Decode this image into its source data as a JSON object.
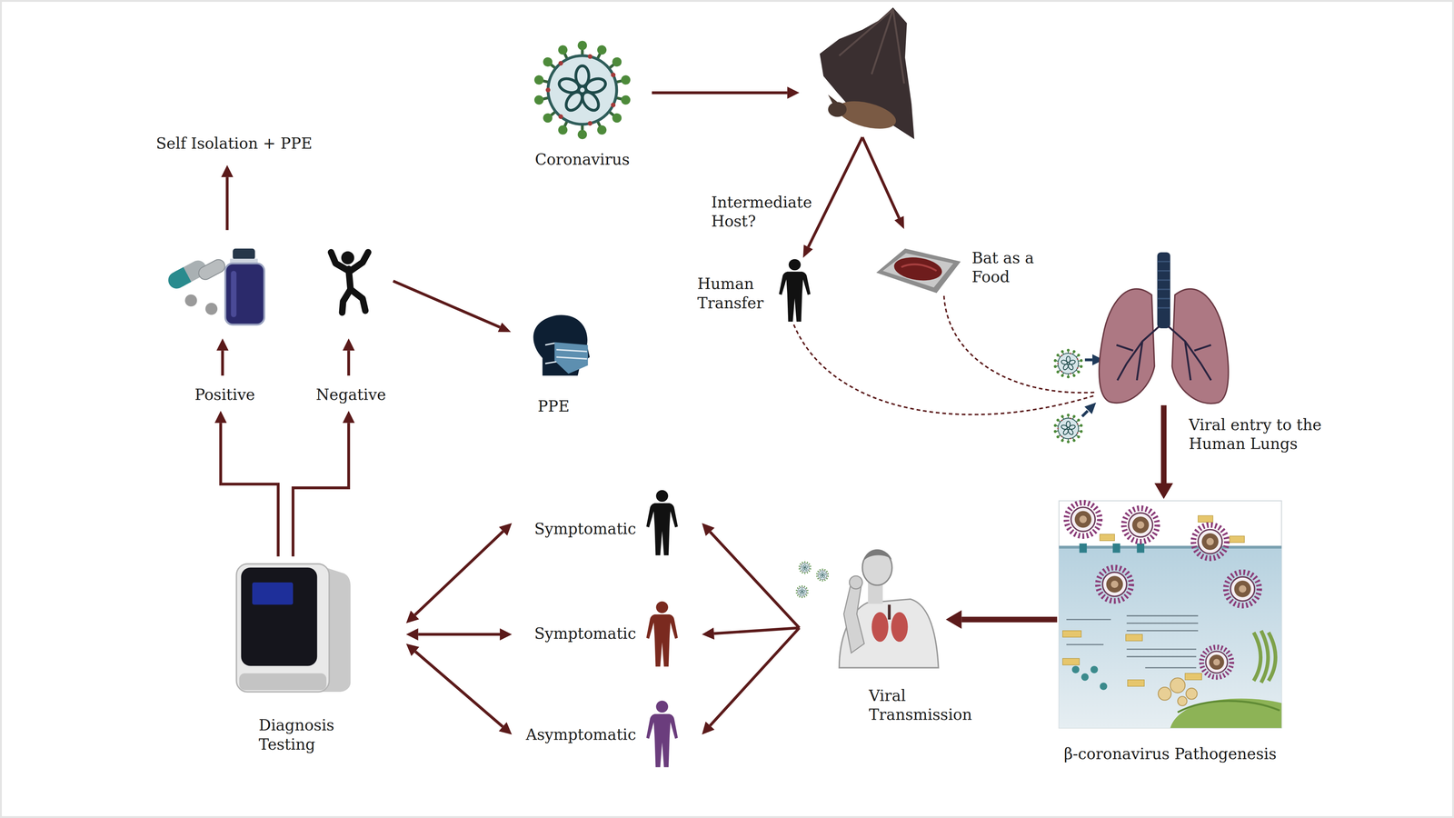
{
  "diagram": {
    "nodes": [
      {
        "text": [
          "Coronavirus"
        ]
      },
      {
        "text": [
          "Human Transfer"
        ]
      },
      {
        "text": [
          "Bat as a Food"
        ]
      },
      {
        "text": [
          "Viral entry to the Human Lungs"
        ]
      },
      {
        "text": [
          "β-coronavirus Pathogenesis"
        ]
      },
      {
        "text": [
          "Viral Transmission"
        ]
      },
      {
        "text": [
          "Symptomatic"
        ]
      },
      {
        "text": [
          "Symptomatic"
        ]
      },
      {
        "text": [
          "Asymptomatic"
        ]
      },
      {
        "text": [
          "Diagnosis Testing"
        ]
      },
      {
        "text": [
          "Positive"
        ]
      },
      {
        "text": [
          "Negative"
        ]
      },
      {
        "text": [
          "Self Isolation + PPE"
        ]
      },
      {
        "text": [
          "PPE"
        ]
      }
    ],
    "edges": [
      {
        "from": 1,
        "to": 3,
        "arrow": "none"
      },
      {
        "from": 2,
        "to": 3,
        "arrow": "none"
      },
      {
        "from": 3,
        "to": 4,
        "arrow": "to"
      },
      {
        "from": 4,
        "to": 5,
        "arrow": "to"
      },
      {
        "from": 5,
        "to": 6,
        "arrow": "to"
      },
      {
        "from": 5,
        "to": 7,
        "arrow": "to"
      },
      {
        "from": 5,
        "to": 8,
        "arrow": "to"
      },
      {
        "from": 6,
        "to": 9,
        "arrow": "both"
      },
      {
        "from": 7,
        "to": 9,
        "arrow": "both"
      },
      {
        "from": 8,
        "to": 9,
        "arrow": "both"
      },
      {
        "from": 9,
        "to": 10,
        "arrow": "to"
      },
      {
        "from": 9,
        "to": 11,
        "arrow": "to"
      }
    ],
    "labels": [
      "Intermediate Host?"
    ]
  }
}
